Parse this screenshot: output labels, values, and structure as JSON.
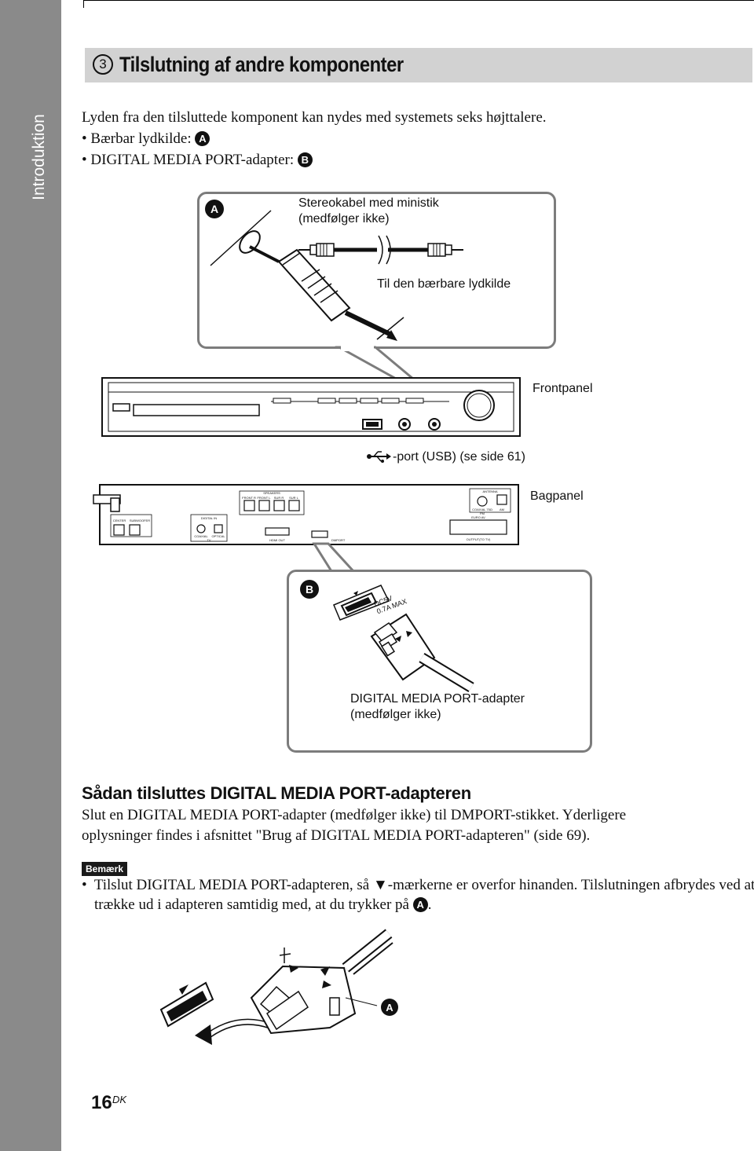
{
  "side_tab": "Introduktion",
  "section": {
    "number": "3",
    "title": "Tilslutning af andre komponenter"
  },
  "intro": {
    "text": "Lyden fra den tilsluttede komponent kan nydes med systemets seks højttalere.",
    "bullet_a": "Bærbar lydkilde:",
    "bullet_b": "DIGITAL MEDIA PORT-adapter:",
    "marker_a": "A",
    "marker_b": "B"
  },
  "figure": {
    "callout_a_letter": "A",
    "cable_label_1": "Stereokabel med ministik",
    "cable_label_2": "(medfølger ikke)",
    "portable_label": "Til den bærbare lydkilde",
    "frontpanel_label": "Frontpanel",
    "usb_label": "-port (USB) (se side 61)",
    "bagpanel_label": "Bagpanel",
    "callout_b_letter": "B",
    "port_dcv": "DC5V",
    "port_ma": "0.7A MAX",
    "adapter_label_1": "DIGITAL MEDIA PORT-adapter",
    "adapter_label_2": "(medfølger ikke)",
    "rear_speakers": "SPEAKERS",
    "rear_front_r": "FRONT R",
    "rear_front_l": "FRONT L",
    "rear_sur_r": "SUR R",
    "rear_sur_l": "SUR L",
    "rear_center": "CENTER",
    "rear_subwoofer": "SUBWOOFER",
    "rear_digital_in": "DIGITAL IN",
    "rear_coaxial": "COAXIAL",
    "rear_optical": "OPTICAL",
    "rear_tv": "TV",
    "rear_hdmi_out": "HDMI OUT",
    "rear_dmport": "DMPORT",
    "rear_antenna": "ANTENNA",
    "rear_coaxial_75": "COAXIAL 75Ω",
    "rear_fm": "FM",
    "rear_am": "AM",
    "rear_euro_av": "EURO AV",
    "rear_output_tv": "OUTPUT(TO TV)",
    "bottom_letter": "A"
  },
  "subsection": {
    "title": "Sådan tilsluttes DIGITAL MEDIA PORT-adapteren",
    "line1": "Slut en DIGITAL MEDIA PORT-adapter (medfølger ikke) til DMPORT-stikket. Yderligere",
    "line2": "oplysninger findes i afsnittet \"Brug af DIGITAL MEDIA PORT-adapteren\" (side 69)."
  },
  "note": {
    "badge": "Bemærk",
    "line1_a": "Tilslut DIGITAL MEDIA PORT-adapteren, så ",
    "line1_arrow": "▼",
    "line1_b": "-mærkerne er overfor hinanden. Tilslutningen afbrydes ved at",
    "line2_a": "trække ud i adapteren samtidig med, at du trykker på ",
    "line2_marker": "A",
    "line2_b": "."
  },
  "page": {
    "number": "16",
    "suffix": "DK"
  }
}
